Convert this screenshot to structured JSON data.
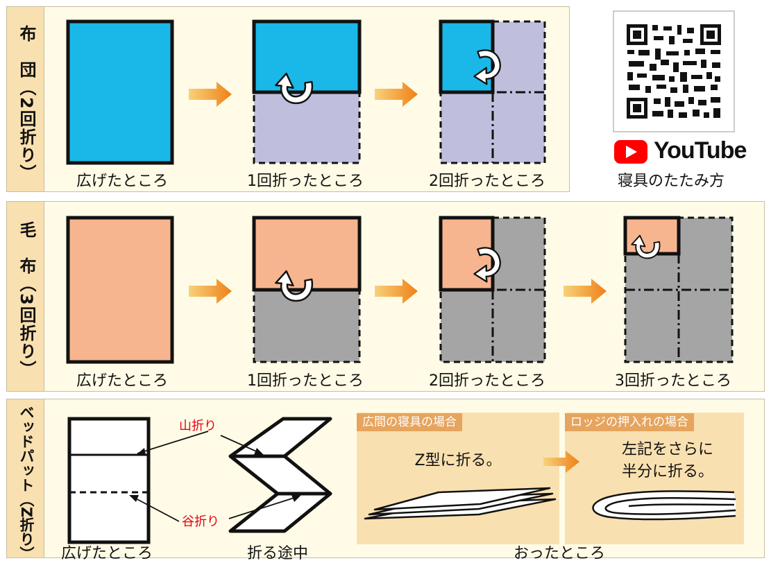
{
  "futon": {
    "side_label": "布　団（2回折り）",
    "captions": [
      "広げたところ",
      "1回折ったところ",
      "2回折ったところ"
    ],
    "color": "#1ab8e8",
    "folded_color": "#bfbfdd"
  },
  "qr": {
    "youtube_label": "YouTube",
    "caption": "寝具のたたみ方"
  },
  "blanket": {
    "side_label": "毛　布（3回折り）",
    "captions": [
      "広げたところ",
      "1回折ったところ",
      "2回折ったところ",
      "3回折ったところ"
    ],
    "color": "#f7b58f",
    "folded_color": "#a5a5a5"
  },
  "bedpad": {
    "side_label": "ベッドパット（Z折り）",
    "mountain_fold": "山折り",
    "valley_fold": "谷折り",
    "captions": [
      "広げたところ",
      "折る途中",
      "おったところ"
    ],
    "hall_tag": "広間の寝具の場合",
    "hall_note": "Z型に折る。",
    "lodge_tag": "ロッジの押入れの場合",
    "lodge_note_1": "左記をさらに",
    "lodge_note_2": "半分に折る。"
  },
  "colors": {
    "arrow_start": "#f7c86a",
    "arrow_end": "#f08018",
    "panel_bg": "#f9e0b0",
    "accent_red": "#e60012"
  }
}
